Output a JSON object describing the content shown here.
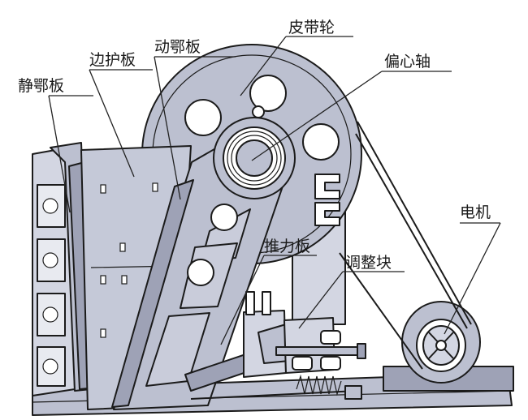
{
  "diagram": {
    "labels": {
      "pulley": "皮带轮",
      "movable_jaw": "动鄂板",
      "side_guard": "边护板",
      "fixed_jaw": "静鄂板",
      "eccentric_shaft": "偏心轴",
      "motor": "电机",
      "toggle_plate": "推力板",
      "adjust_block": "调整块"
    },
    "colors": {
      "body": "#bcc0d0",
      "body_light": "#d3d6e2",
      "body_dark": "#9ea2b6",
      "outline": "#1b1b1b"
    }
  }
}
